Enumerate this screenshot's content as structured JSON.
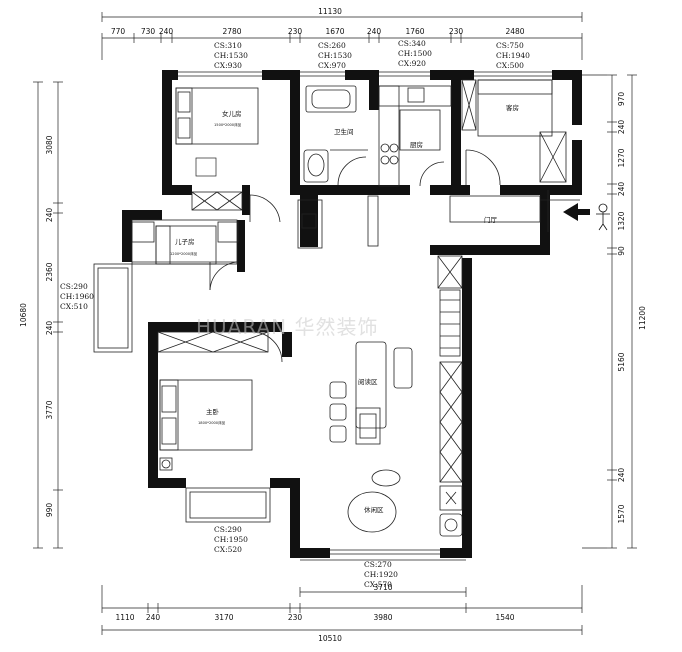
{
  "dimensions": {
    "top_total": "11130",
    "top_segments": [
      "770",
      "730",
      "240",
      "2780",
      "230",
      "1670",
      "240",
      "1760",
      "230",
      "2480"
    ],
    "bottom_total": "10510",
    "bottom_segments": [
      "1110",
      "240",
      "3170",
      "230",
      "3980",
      "1540"
    ],
    "bottom_inner": "3710",
    "left_total": "10680",
    "left_segments": [
      "3080",
      "240",
      "2360",
      "240",
      "3770",
      "990"
    ],
    "right_total": "11200",
    "right_segments": [
      "970",
      "240",
      "1270",
      "240",
      "1320",
      "90",
      "5160",
      "240",
      "1570"
    ]
  },
  "window_specs": {
    "daughter_room": [
      "CS:310",
      "CH:1530",
      "CX:930"
    ],
    "bathroom": [
      "CS:260",
      "CH:1530",
      "CX:970"
    ],
    "kitchen": [
      "CS:340",
      "CH:1500",
      "CX:920"
    ],
    "guest_room": [
      "CS:750",
      "CH:1940",
      "CX:500"
    ],
    "son_room_balcony": [
      "CS:290",
      "CH:1960",
      "CX:510"
    ],
    "master_room": [
      "CS:290",
      "CH:1950",
      "CX:520"
    ],
    "living_room": [
      "CS:270",
      "CH:1920",
      "CX:570"
    ]
  },
  "rooms": {
    "daughter": "女儿房",
    "bathroom": "卫生间",
    "kitchen": "厨房",
    "guest": "客房",
    "foyer": "门厅",
    "son": "儿子房",
    "master": "主卧",
    "reading": "阅读区",
    "leisure": "休闲区"
  },
  "bed_notes": {
    "daughter": "1500*2000床品",
    "son": "1200*2000床品",
    "master": "1800*2000床品"
  },
  "watermark": "HUARAN 华然装饰",
  "colors": {
    "wall": "#111111",
    "line": "#222222",
    "watermark": "#c9c9c9"
  }
}
